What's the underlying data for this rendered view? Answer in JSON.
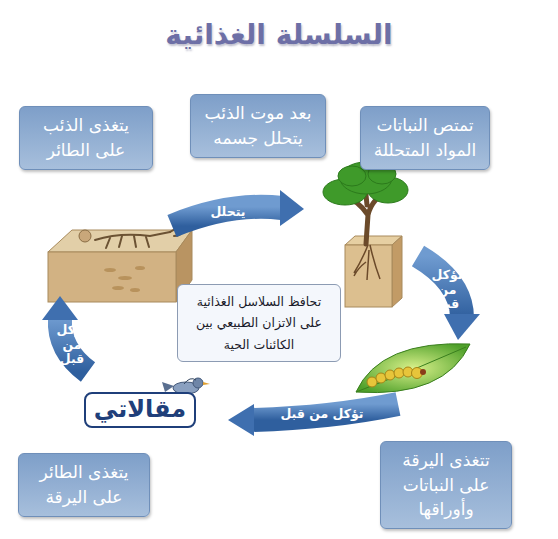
{
  "diagram": {
    "title": "السلسلة الغذائية",
    "nodes": [
      {
        "text": [
          "تمتص النباتات المواد المتحللة"
        ]
      },
      {
        "text": [
          "بعد موت الذئب يتحلل جسمه"
        ]
      },
      {
        "text": [
          "يتغذى الذئب على الطائر"
        ]
      },
      {
        "text": [
          "تحافظ السلاسل الغذائية على الاتزان الطبيعي بين الكائنات الحية"
        ]
      },
      {
        "text": [
          "تتغذى اليرقة على النباتات وأوراقها"
        ]
      },
      {
        "text": [
          "يتغذى الطائر على اليرقة"
        ]
      }
    ],
    "labels": [
      "يتحلل",
      "تؤكل من قبل",
      "تؤكل من قبل",
      "تؤكل من قبل",
      "مقالاتي"
    ]
  }
}
